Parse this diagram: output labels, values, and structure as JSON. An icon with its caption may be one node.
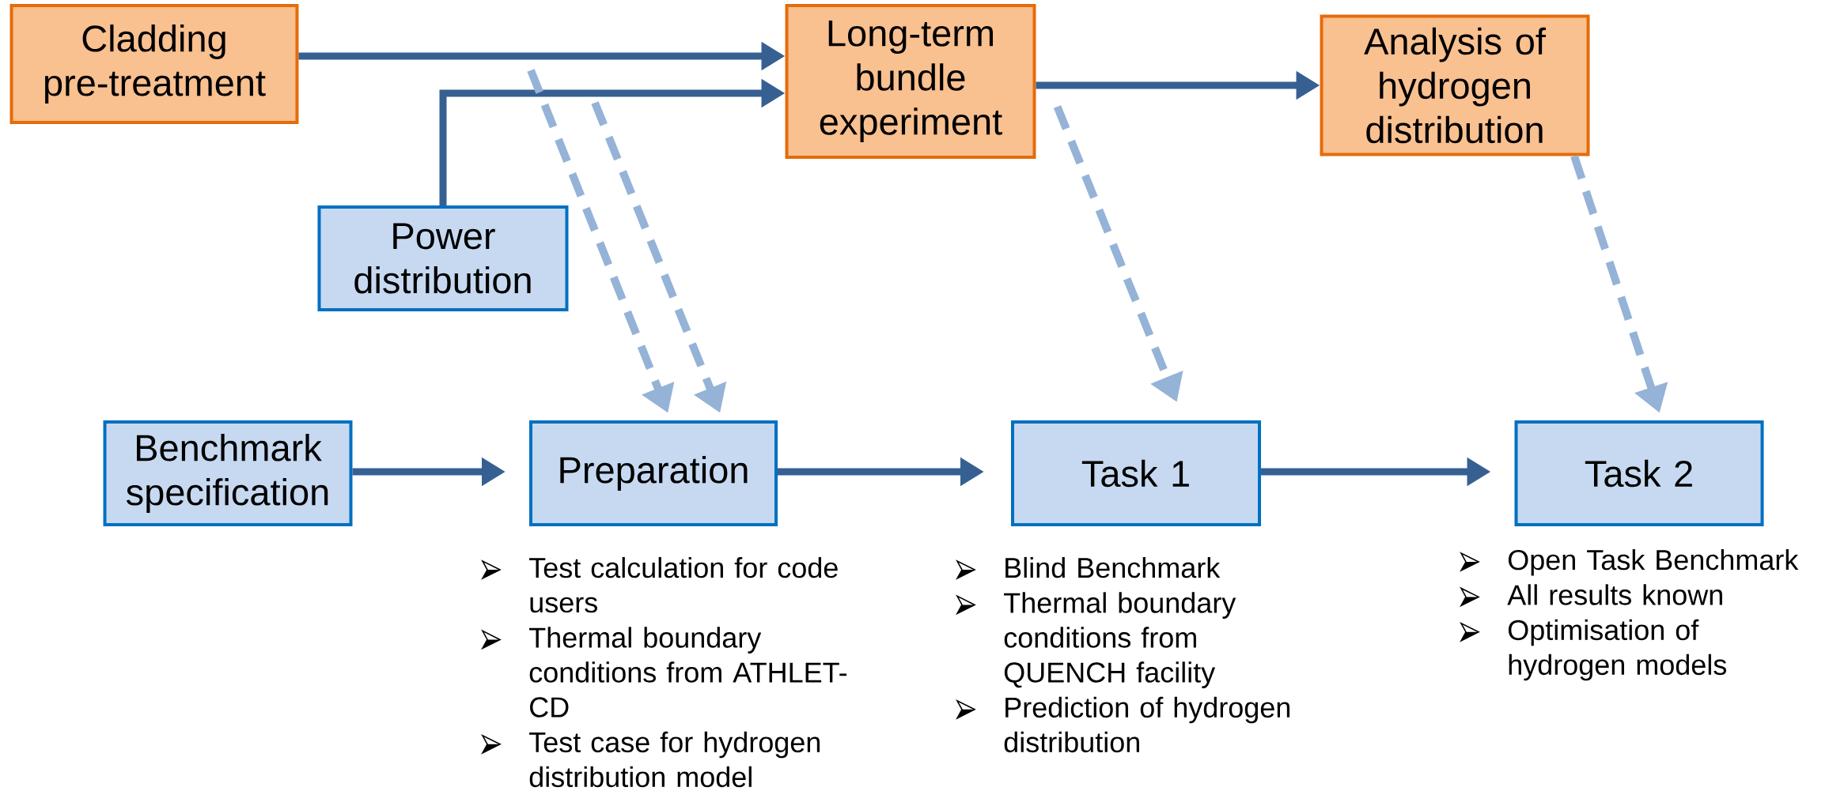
{
  "diagram": {
    "nodes": [
      {
        "text": [
          "Cladding pre-treatment"
        ]
      },
      {
        "text": [
          "Long-term bundle experiment"
        ]
      },
      {
        "text": [
          "Analysis of hydrogen distribution"
        ]
      },
      {
        "text": [
          "Power distribution"
        ]
      },
      {
        "text": [
          "Benchmark specification"
        ]
      },
      {
        "text": [
          "Preparation"
        ],
        "beside": [
          "Test calculation for code users",
          "Thermal boundary conditions from ATHLET-CD",
          "Test case for hydrogen distribution model"
        ]
      },
      {
        "text": [
          "Task 1"
        ],
        "beside": [
          "Blind Benchmark",
          "Thermal boundary conditions from QUENCH facility",
          "Prediction of hydrogen distribution"
        ]
      },
      {
        "text": [
          "Task 2"
        ],
        "beside": [
          "Open Task Benchmark",
          "All results known",
          "Optimisation of hydrogen models"
        ]
      }
    ],
    "edges": [
      {
        "from": 0,
        "to": 1,
        "arrow": "to"
      },
      {
        "from": 3,
        "to": 1,
        "arrow": "to"
      },
      {
        "from": 1,
        "to": 2,
        "arrow": "to"
      },
      {
        "from": 4,
        "to": 5,
        "arrow": "to"
      },
      {
        "from": 5,
        "to": 6,
        "arrow": "to"
      },
      {
        "from": 6,
        "to": 7,
        "arrow": "to"
      },
      {
        "from": null,
        "to": 5,
        "arrow": "to",
        "style": "dashed",
        "color": "#95b3d7"
      },
      {
        "from": null,
        "to": 5,
        "arrow": "to",
        "style": "dashed",
        "color": "#95b3d7"
      },
      {
        "from": 1,
        "to": 6,
        "arrow": "to",
        "style": "dashed",
        "color": "#95b3d7"
      },
      {
        "from": 2,
        "to": 7,
        "arrow": "to",
        "style": "dashed",
        "color": "#95b3d7"
      }
    ]
  }
}
